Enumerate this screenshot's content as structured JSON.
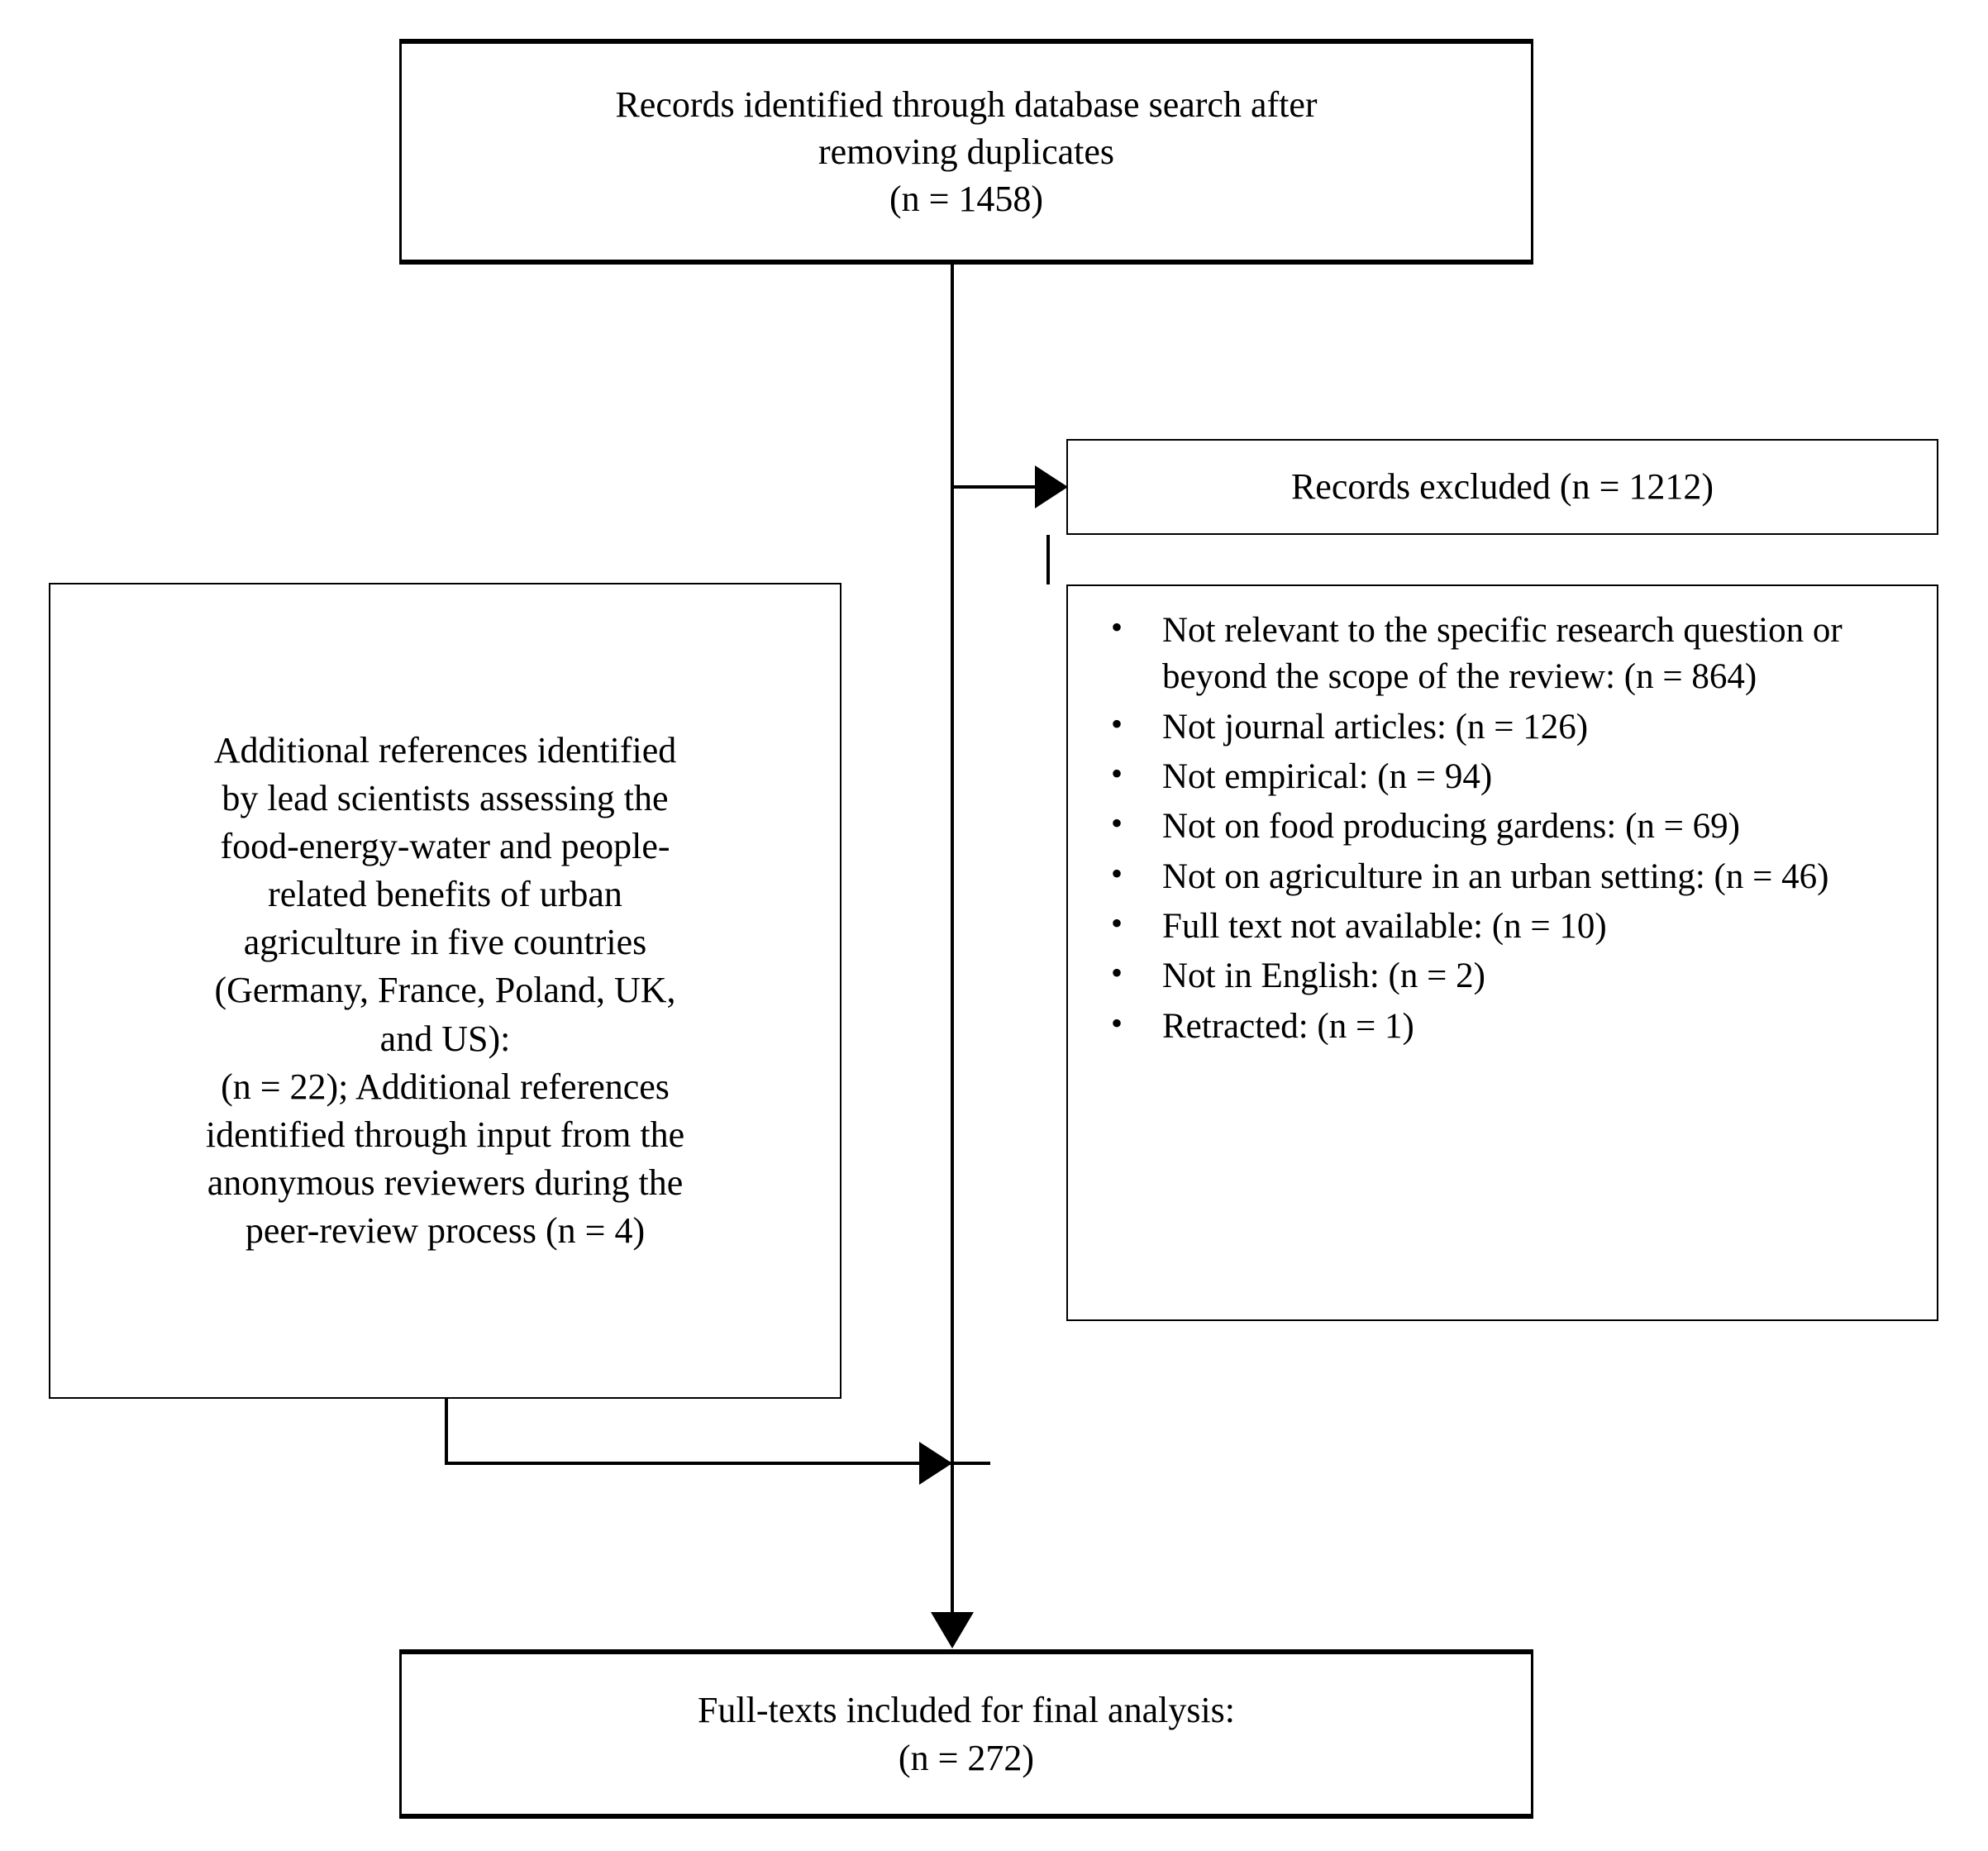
{
  "diagram": {
    "type": "prisma-flow-diagram",
    "title": "PRISMA record selection flow",
    "colors": {
      "line": "#000000",
      "box_border": "#000000",
      "background": "#ffffff",
      "text": "#000000"
    }
  },
  "top_box": {
    "name": "records-identified",
    "text": "Records identified through database search after\nremoving duplicates\n(n = 1458)",
    "n": 1458
  },
  "excluded_box": {
    "name": "records-excluded",
    "text": "Records excluded (n = 1212)",
    "n": 1212
  },
  "reasons_box": {
    "name": "exclusion-reasons",
    "bullet_glyph": "•",
    "items": [
      {
        "label": "Not relevant to the specific research question or beyond the scope of the review: (n = 864)",
        "n": 864
      },
      {
        "label": "Not journal articles: (n = 126)",
        "n": 126
      },
      {
        "label": "Not empirical: (n = 94)",
        "n": 94
      },
      {
        "label": "Not on food producing gardens: (n = 69)",
        "n": 69
      },
      {
        "label": "Not on agriculture in an urban setting: (n = 46)",
        "n": 46
      },
      {
        "label": "Full text not available: (n = 10)",
        "n": 10
      },
      {
        "label": "Not in English: (n = 2)",
        "n": 2
      },
      {
        "label": "Retracted: (n = 1)",
        "n": 1
      }
    ]
  },
  "left_box": {
    "name": "additional-references",
    "text": "Additional references identified\nby lead scientists assessing the\nfood-energy-water and people-\nrelated benefits of urban\nagriculture in five countries\n(Germany, France, Poland, UK,\nand US):\n(n = 22); Additional references\nidentified through input from the\nanonymous reviewers during the\npeer-review process (n = 4)",
    "n_lead_scientists": 22,
    "n_peer_review": 4
  },
  "bottom_box": {
    "name": "full-texts-included",
    "text": "Full-texts included for final analysis:\n(n = 272)",
    "n": 272
  }
}
